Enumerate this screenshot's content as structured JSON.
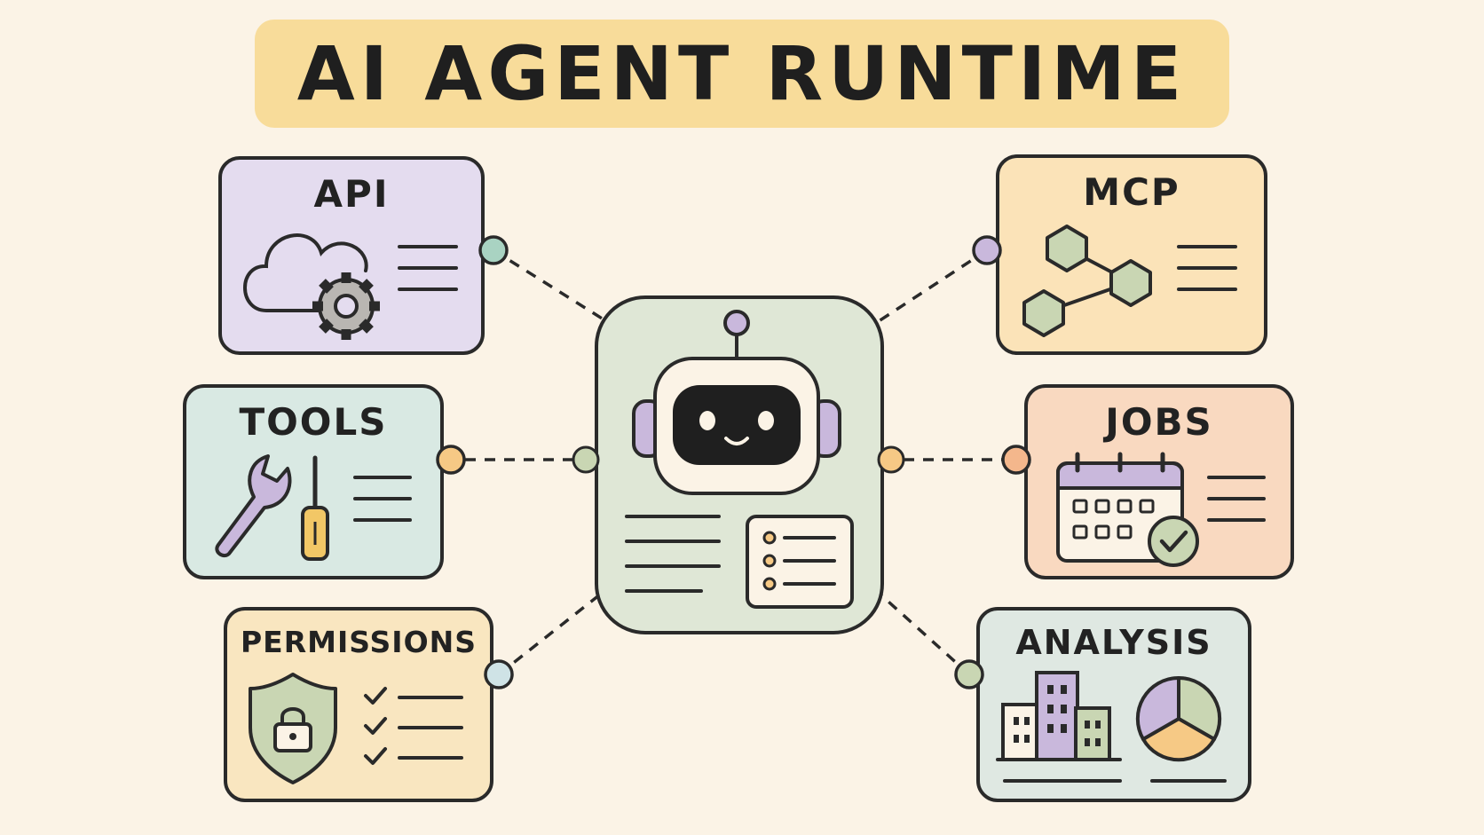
{
  "title": "AI AGENT RUNTIME",
  "colors": {
    "background": "#fbf3e6",
    "banner": "#f8dc9a",
    "api": "#e4dcef",
    "tools": "#d9e9e3",
    "permissions": "#f9e6c0",
    "mcp": "#fbe3b8",
    "jobs": "#f9d9c0",
    "analysis": "#dfe8e2",
    "agent": "#dfe7d6"
  },
  "cards": {
    "api": {
      "label": "API",
      "icon": "cloud-gear-icon"
    },
    "tools": {
      "label": "TOOLS",
      "icon": "wrench-screwdriver-icon"
    },
    "permissions": {
      "label": "PERMISSIONS",
      "icon": "shield-lock-icon"
    },
    "mcp": {
      "label": "MCP",
      "icon": "hexagon-network-icon"
    },
    "jobs": {
      "label": "JOBS",
      "icon": "calendar-check-icon"
    },
    "analysis": {
      "label": "ANALYSIS",
      "icon": "buildings-pie-chart-icon"
    }
  },
  "agent": {
    "icon": "robot-icon"
  }
}
